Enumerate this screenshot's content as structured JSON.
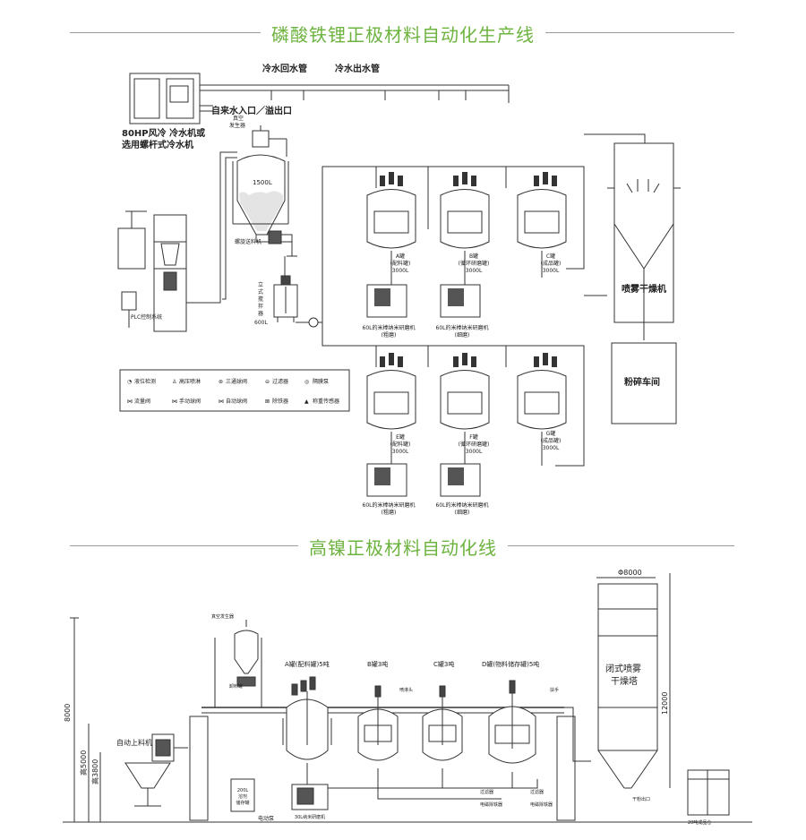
{
  "section1": {
    "title": "磷酸铁锂正极材料自动化生产线",
    "chiller_return": "冷水回水管",
    "chiller_out": "冷水出水管",
    "tap_water": "自来水入口／溢出口",
    "chiller_label_1": "80HP风冷 冷水机或",
    "chiller_label_2": "选用螺杆式冷水机",
    "vacuum_gen_1": "真空",
    "vacuum_gen_2": "发生器",
    "tank_1500": "1500L",
    "screw_feeder": "螺旋送料机",
    "plc": "PLC控制系统",
    "vertical_mixer": [
      "立",
      "式",
      "搅",
      "拌",
      "器"
    ],
    "vm_volume": "600L",
    "tank_a": [
      "A罐",
      "(配料罐)",
      "3000L"
    ],
    "tank_b": [
      "B罐",
      "(循环研磨罐)",
      "3000L"
    ],
    "tank_c": [
      "C罐",
      "(成品罐)",
      "3000L"
    ],
    "tank_e": [
      "E罐",
      "(配料罐)",
      "3000L"
    ],
    "tank_f": [
      "F罐",
      "(循环研磨罐)",
      "3000L"
    ],
    "tank_g": [
      "G罐",
      "(成品罐)",
      "3000L"
    ],
    "mill_1": [
      "60L的米棒纳米研磨机",
      "(粗磨)"
    ],
    "mill_2": [
      "60L的米棒纳米研磨机",
      "(细磨)"
    ],
    "mill_3": [
      "60L的米棒纳米研磨机",
      "(粗磨)"
    ],
    "mill_4": [
      "60L的米棒纳米研磨机",
      "(细磨)"
    ],
    "spray_dryer": "喷雾干燥机",
    "crushing": "粉碎车间",
    "legend": [
      {
        "icon": "level-detector-icon",
        "label": "液位检测"
      },
      {
        "icon": "high-pressure-pump-icon",
        "label": "高压喷淋"
      },
      {
        "icon": "three-way-valve-icon",
        "label": "三通球阀"
      },
      {
        "icon": "filter-icon",
        "label": "过滤器"
      },
      {
        "icon": "diaphragm-pump-icon",
        "label": "隔膜泵"
      },
      {
        "icon": "flow-valve-icon",
        "label": "流量阀"
      },
      {
        "icon": "manual-valve-icon",
        "label": "手动球阀"
      },
      {
        "icon": "auto-valve-icon",
        "label": "自动球阀"
      },
      {
        "icon": "iron-remover-icon",
        "label": "除铁器"
      },
      {
        "icon": "weighing-sensor-icon",
        "label": "称重传感器"
      }
    ]
  },
  "section2": {
    "title": "高镍正极材料自动化线",
    "diameter": "Φ8000",
    "height_total": "8000",
    "height_mid": "高5000",
    "height_low": "高3800",
    "height_tower": "12000",
    "auto_feeder": "自动上料机",
    "vacuum_gen": "真空发生器",
    "tank_a": "A罐(配料罐)5吨",
    "tank_b": "B罐3吨",
    "tank_c": "C罐3吨",
    "tank_d": "D罐(物料储存罐)5吨",
    "tower_1": "闭式喷雾",
    "tower_2": "干燥塔",
    "solvent_tank": [
      "200L",
      "溶剂",
      "储存罐"
    ],
    "electric_pump": "电动泵",
    "mill": "30L纳米研磨机",
    "pot_label": "卸料罐",
    "filter_1": "过滤器",
    "filter_2": "过滤器",
    "iron_1": "电磁除铁器",
    "iron_2": "电磁除铁器",
    "dryer_outlet": "干粉出口",
    "bin": "20吨成品仓",
    "spray_head": "喷淋头",
    "handrail": "扶手"
  }
}
